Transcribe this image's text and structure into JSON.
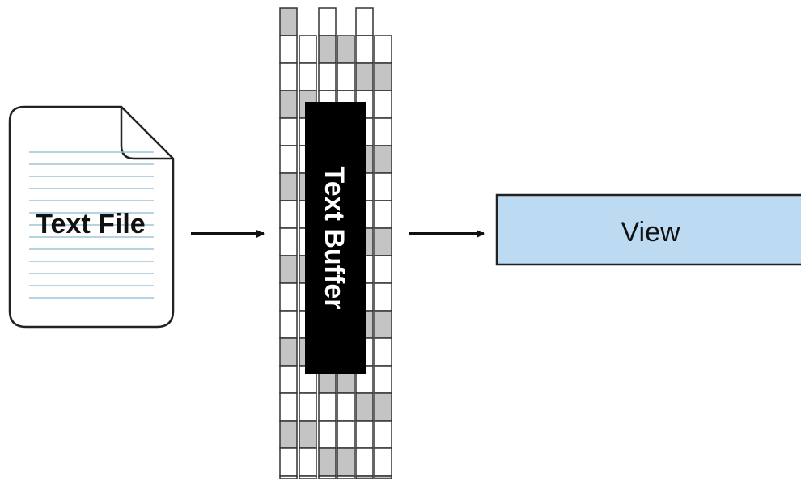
{
  "diagram": {
    "text_file": {
      "label": "Text File"
    },
    "text_buffer": {
      "label": "Text Buffer"
    },
    "view": {
      "label": "View"
    }
  },
  "colors": {
    "cell_white": "#ffffff",
    "cell_gray": "#c4c4c4",
    "buffer_block": "#000000",
    "view_fill": "#bcdaf2",
    "file_lines": "#9fc3d7",
    "stroke": "#222222"
  }
}
